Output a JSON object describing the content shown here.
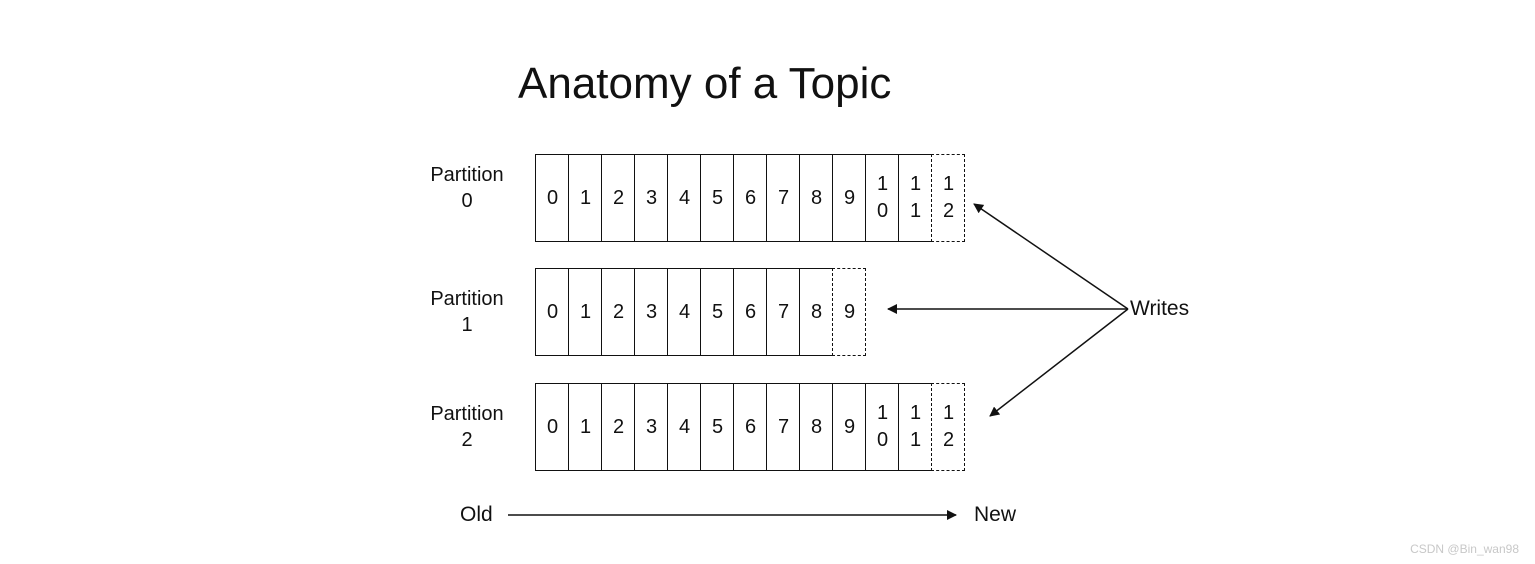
{
  "title": "Anatomy of a Topic",
  "partitions": [
    {
      "label": "Partition 0",
      "offsets": [
        "0",
        "1",
        "2",
        "3",
        "4",
        "5",
        "6",
        "7",
        "8",
        "9",
        "10",
        "11"
      ],
      "next": "12"
    },
    {
      "label": "Partition 1",
      "offsets": [
        "0",
        "1",
        "2",
        "3",
        "4",
        "5",
        "6",
        "7",
        "8"
      ],
      "next": "9"
    },
    {
      "label": "Partition 2",
      "offsets": [
        "0",
        "1",
        "2",
        "3",
        "4",
        "5",
        "6",
        "7",
        "8",
        "9",
        "10",
        "11"
      ],
      "next": "12"
    }
  ],
  "writes_label": "Writes",
  "timeline": {
    "old": "Old",
    "new": "New"
  },
  "watermark": "CSDN @Bin_wan98"
}
